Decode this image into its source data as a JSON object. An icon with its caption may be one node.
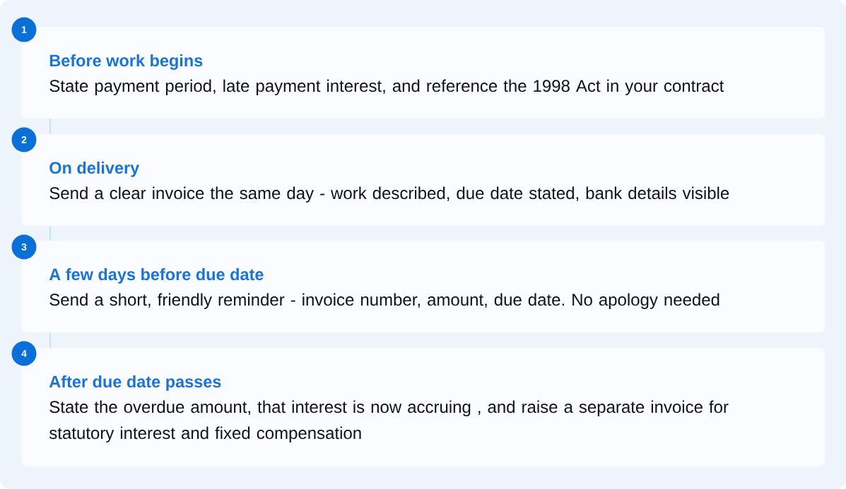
{
  "diagram": {
    "nodes": [
      {
        "text": [
          "1"
        ]
      },
      {
        "text": [
          "Before work begins",
          "State payment period, late payment interest, and reference the 1998 Act in your contract"
        ]
      },
      {
        "text": [
          "2"
        ]
      },
      {
        "text": [
          "On delivery",
          "Send a clear invoice the same day - work described, due date stated, bank details visible"
        ]
      },
      {
        "text": [
          "3"
        ]
      },
      {
        "text": [
          "A few days before due date",
          "Send a short, friendly reminder -  invoice number, amount, due date. No apology needed"
        ]
      },
      {
        "text": [
          "4"
        ]
      },
      {
        "text": [
          "After due date passes",
          "State the overdue amount, that interest is now accruing , and raise a separate invoice for statutory interest and fixed compensation"
        ]
      }
    ],
    "edges": [
      {
        "from": 1,
        "to": 3,
        "arrow": "none"
      },
      {
        "from": 3,
        "to": 5,
        "arrow": "none"
      },
      {
        "from": 5,
        "to": 7,
        "arrow": "none"
      }
    ]
  }
}
